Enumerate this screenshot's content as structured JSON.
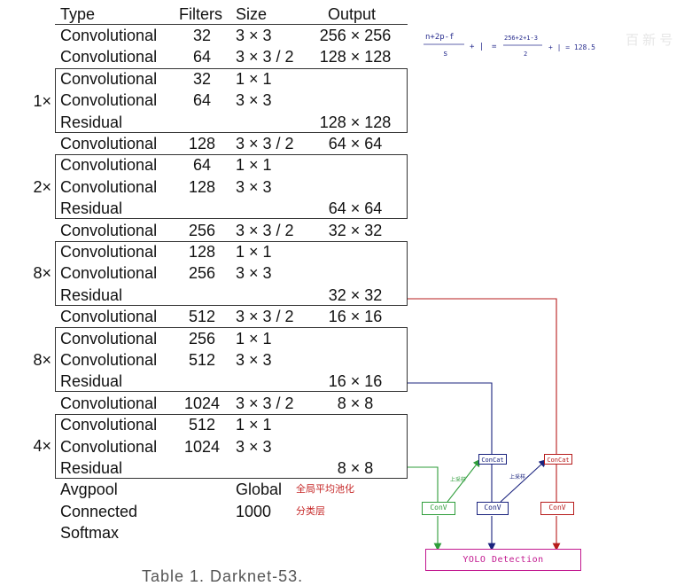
{
  "headers": {
    "type": "Type",
    "filters": "Filters",
    "size": "Size",
    "output": "Output"
  },
  "rows": [
    {
      "type": "Convolutional",
      "filters": "32",
      "size": "3 × 3",
      "output": "256 × 256"
    },
    {
      "type": "Convolutional",
      "filters": "64",
      "size": "3 × 3 / 2",
      "output": "128 × 128"
    },
    {
      "type": "Convolutional",
      "filters": "32",
      "size": "1 × 1",
      "output": ""
    },
    {
      "type": "Convolutional",
      "filters": "64",
      "size": "3 × 3",
      "output": ""
    },
    {
      "type": "Residual",
      "filters": "",
      "size": "",
      "output": "128 × 128"
    },
    {
      "type": "Convolutional",
      "filters": "128",
      "size": "3 × 3 / 2",
      "output": "64 × 64"
    },
    {
      "type": "Convolutional",
      "filters": "64",
      "size": "1 × 1",
      "output": ""
    },
    {
      "type": "Convolutional",
      "filters": "128",
      "size": "3 × 3",
      "output": ""
    },
    {
      "type": "Residual",
      "filters": "",
      "size": "",
      "output": "64 × 64"
    },
    {
      "type": "Convolutional",
      "filters": "256",
      "size": "3 × 3 / 2",
      "output": "32 × 32"
    },
    {
      "type": "Convolutional",
      "filters": "128",
      "size": "1 × 1",
      "output": ""
    },
    {
      "type": "Convolutional",
      "filters": "256",
      "size": "3 × 3",
      "output": ""
    },
    {
      "type": "Residual",
      "filters": "",
      "size": "",
      "output": "32 × 32"
    },
    {
      "type": "Convolutional",
      "filters": "512",
      "size": "3 × 3 / 2",
      "output": "16 × 16"
    },
    {
      "type": "Convolutional",
      "filters": "256",
      "size": "1 × 1",
      "output": ""
    },
    {
      "type": "Convolutional",
      "filters": "512",
      "size": "3 × 3",
      "output": ""
    },
    {
      "type": "Residual",
      "filters": "",
      "size": "",
      "output": "16 × 16"
    },
    {
      "type": "Convolutional",
      "filters": "1024",
      "size": "3 × 3 / 2",
      "output": "8 × 8"
    },
    {
      "type": "Convolutional",
      "filters": "512",
      "size": "1 × 1",
      "output": ""
    },
    {
      "type": "Convolutional",
      "filters": "1024",
      "size": "3 × 3",
      "output": ""
    },
    {
      "type": "Residual",
      "filters": "",
      "size": "",
      "output": "8 × 8"
    },
    {
      "type": "Avgpool",
      "filters": "",
      "size": "Global",
      "output": ""
    },
    {
      "type": "Connected",
      "filters": "",
      "size": "1000",
      "output": ""
    },
    {
      "type": "Softmax",
      "filters": "",
      "size": "",
      "output": ""
    }
  ],
  "multipliers": [
    "1×",
    "2×",
    "8×",
    "8×",
    "4×"
  ],
  "annotations": {
    "avgpool_note": "全局平均池化",
    "connected_note": "分类层"
  },
  "formula": {
    "left_numerator": "n+2p-f",
    "left_denominator": "s",
    "plus_one_a": "+ |",
    "equals": "=",
    "right_numerator": "256+2+1-3",
    "right_denominator": "2",
    "plus_one_b": "+ | = 128.5"
  },
  "detection": {
    "concat_label": "ConCat",
    "conv_label": "ConV",
    "upsample_label": "上采样",
    "yolo_label": "YOLO Detection",
    "colors": {
      "green": "#2e9d3a",
      "blue": "#1a237e",
      "red": "#b71c1c",
      "magenta": "#c2188f"
    }
  },
  "footer_partial": "Table 1. Darknet-53."
}
